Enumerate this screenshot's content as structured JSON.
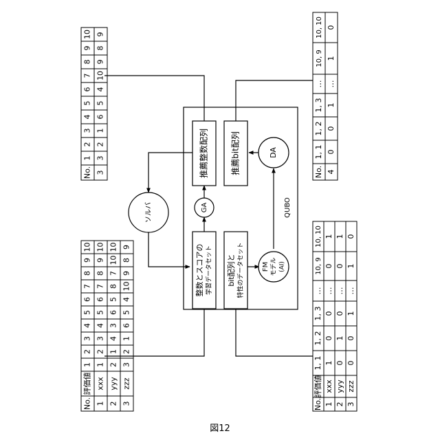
{
  "caption": "図12",
  "boxes": {
    "dataset_int": "整数とスコアの",
    "dataset_int_2": "学習データセット",
    "dataset_bit": "bit配列と",
    "dataset_bit_2": "特性のデータセット",
    "rec_int": "推薦整数配列",
    "rec_bit": "推薦bit配列"
  },
  "nodes": {
    "solver": "ソルバ",
    "ga": "GA",
    "da": "DA",
    "fm_1": "FM",
    "fm_2": "モデル",
    "fm_3": "(AI)"
  },
  "edge_labels": {
    "qubo": "QUBO"
  },
  "tables": {
    "top_left": {
      "rows": [
        [
          "No.",
          "1",
          "2",
          "3",
          "4",
          "5",
          "6",
          "7",
          "8",
          "9",
          "10"
        ],
        [
          "3",
          "3",
          "2",
          "1",
          "6",
          "5",
          "4",
          "10",
          "9",
          "8",
          "9"
        ]
      ]
    },
    "bottom_left": {
      "rows": [
        [
          "No.",
          "評価値",
          "1",
          "2",
          "3",
          "4",
          "5",
          "6",
          "7",
          "8",
          "9",
          "10"
        ],
        [
          "1",
          "xxx",
          "1",
          "2",
          "3",
          "4",
          "5",
          "6",
          "7",
          "8",
          "9",
          "10"
        ],
        [
          "2",
          "yyy",
          "2",
          "1",
          "4",
          "3",
          "6",
          "5",
          "8",
          "7",
          "10",
          "10"
        ],
        [
          "3",
          "zzz",
          "3",
          "2",
          "1",
          "6",
          "5",
          "4",
          "10",
          "9",
          "8",
          "9"
        ]
      ]
    },
    "top_right": {
      "rows": [
        [
          "No.",
          "1, 1",
          "1, 2",
          "1, 3",
          "…",
          "10, 9",
          "10, 10"
        ],
        [
          "4",
          "0",
          "0",
          "1",
          "…",
          "1",
          "0"
        ]
      ]
    },
    "bottom_right": {
      "rows": [
        [
          "No.",
          "評価値",
          "1, 1",
          "1, 2",
          "1, 3",
          "…",
          "10, 9",
          "10, 10"
        ],
        [
          "1",
          "xxx",
          "1",
          "0",
          "0",
          "…",
          "0",
          "1"
        ],
        [
          "2",
          "yyy",
          "0",
          "1",
          "0",
          "…",
          "0",
          "1"
        ],
        [
          "3",
          "zzz",
          "0",
          "0",
          "1",
          "…",
          "1",
          "0"
        ]
      ]
    }
  }
}
